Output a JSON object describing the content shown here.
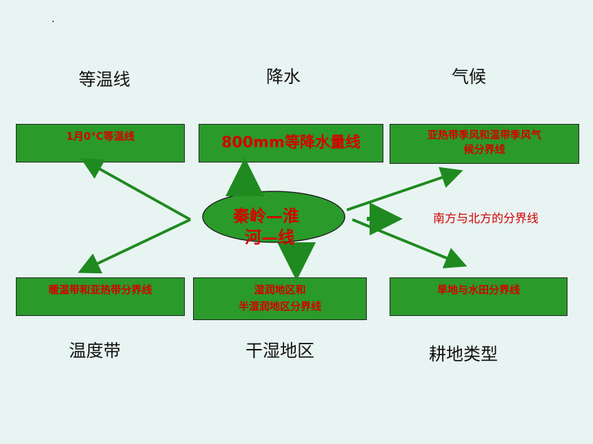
{
  "categories": {
    "isotherm": "等温线",
    "precipitation": "降水",
    "climate": "气候",
    "temperature_zone": "温度带",
    "dry_wet_region": "干湿地区",
    "farmland_type": "耕地类型"
  },
  "boxes": {
    "top_left": "1月0℃等温线",
    "top_center": "800mm等降水量线",
    "top_right_line1": "亚热带季风和温带季风气",
    "top_right_line2": "候分界线",
    "bottom_left": "暖温带和亚热带分界线",
    "bottom_center_line1": "湿润地区和",
    "bottom_center_line2": "半湿润地区分界线",
    "bottom_right": "旱地与水田分界线"
  },
  "center": {
    "line1": "秦岭—淮",
    "line2": "河—线"
  },
  "side_label": "南方与北方的分界线",
  "colors": {
    "box_fill": "#2a9a2a",
    "text_red": "#d40000",
    "arrow_green": "#1f8a1f",
    "background": "#e8f4f2"
  }
}
